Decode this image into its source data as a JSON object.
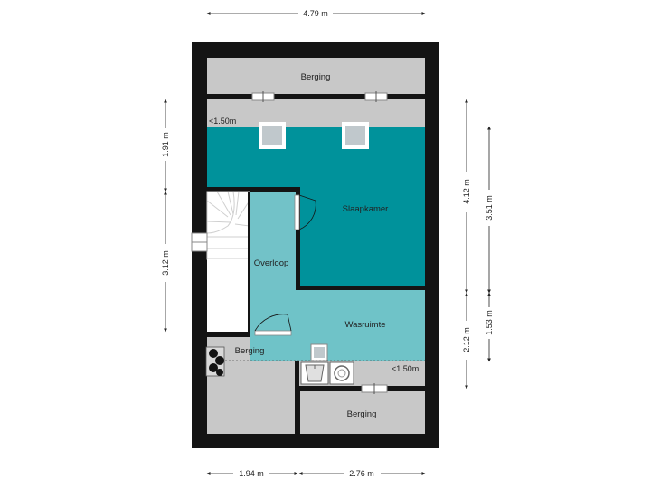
{
  "dimensions": {
    "top_width": "4.79 m",
    "left_upper": "1.91 m",
    "left_lower": "3.12 m",
    "right_outer_upper": "4.12 m",
    "right_outer_lower": "2.12 m",
    "right_inner_upper": "3.51 m",
    "right_inner_lower": "1.53 m",
    "bottom_left": "1.94 m",
    "bottom_right": "2.76 m"
  },
  "rooms": {
    "berging_top": "Berging",
    "slaapkamer": "Slaapkamer",
    "overloop": "Overloop",
    "wasruimte": "Wasruimte",
    "berging_middle": "Berging",
    "berging_bottom": "Berging"
  },
  "height_notes": {
    "slaapkamer_low": "<1.50m",
    "wasruimte_low": "<1.50m"
  },
  "colors": {
    "wall": "#141414",
    "storage": "#c8c8c8",
    "slaapkamer": "#00929b",
    "overloop": "#72c2c8",
    "wasruimte": "#6fc3c8"
  }
}
